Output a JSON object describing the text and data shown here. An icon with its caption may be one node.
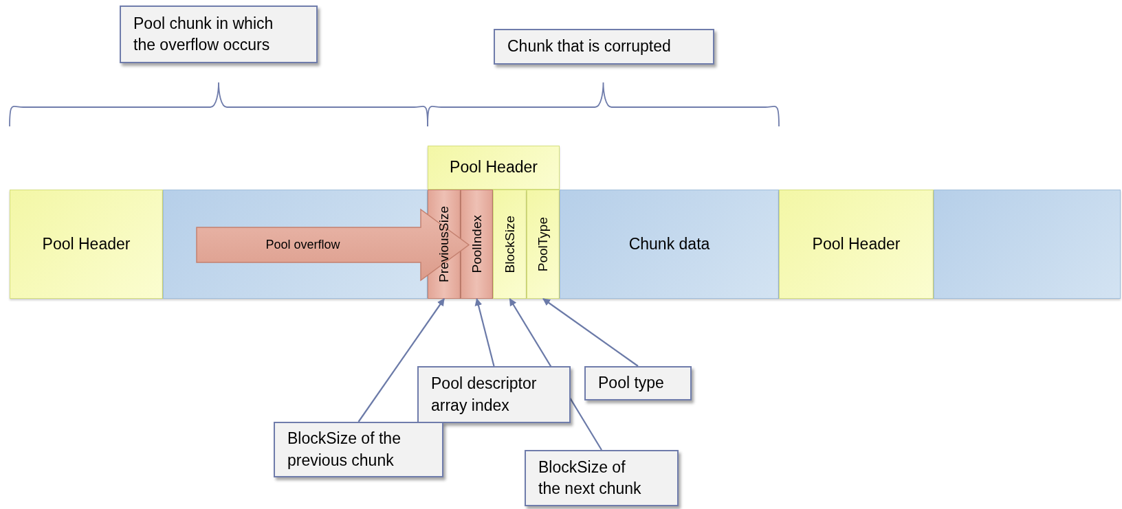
{
  "diagram": {
    "nodes": [
      {
        "text": [
          "Pool chunk in which the overflow occurs"
        ]
      },
      {
        "text": [
          "Chunk that is corrupted"
        ]
      },
      {
        "text": [
          "Pool Header"
        ]
      },
      {
        "text": [
          "Pool Header"
        ]
      },
      {
        "text": [],
        "shape": "box"
      },
      {
        "text": [
          "PreviousSize"
        ]
      },
      {
        "text": [
          "PoolIndex"
        ]
      },
      {
        "text": [
          "BlockSize"
        ]
      },
      {
        "text": [
          "PoolType"
        ]
      },
      {
        "text": [
          "Chunk data"
        ]
      },
      {
        "text": [
          "Pool Header"
        ]
      },
      {
        "text": [],
        "shape": "box"
      },
      {
        "text": [
          "Pool overflow"
        ]
      },
      {
        "text": [
          "Pool descriptor array index"
        ]
      },
      {
        "text": [
          "Pool type"
        ]
      },
      {
        "text": [
          "BlockSize of the previous chunk"
        ]
      },
      {
        "text": [
          "BlockSize of the next chunk"
        ]
      }
    ],
    "edges": [
      {
        "from": 13,
        "to": 6,
        "arrow": "to"
      },
      {
        "from": 14,
        "to": 8,
        "arrow": "to"
      },
      {
        "from": 15,
        "to": 5,
        "arrow": "to"
      },
      {
        "from": 16,
        "to": 7,
        "arrow": "to"
      }
    ]
  }
}
